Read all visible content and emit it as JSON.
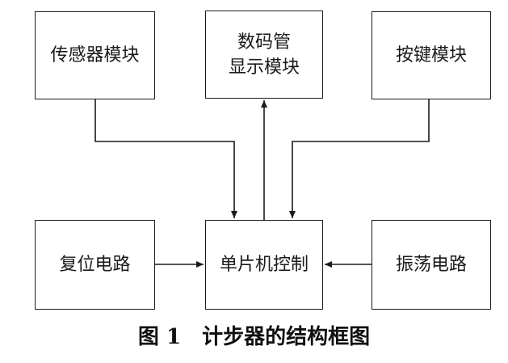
{
  "blocks": {
    "sensor": "传感器模块",
    "display": "数码管\n显示模块",
    "keys": "按键模块",
    "reset": "复位电路",
    "mcu": "单片机控制",
    "oscillator": "振荡电路"
  },
  "caption": {
    "figure_number": "图 1",
    "title": "计步器的结构框图"
  }
}
